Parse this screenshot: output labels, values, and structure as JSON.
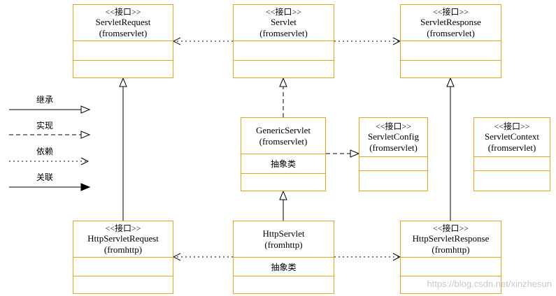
{
  "classes": {
    "servlet_request": {
      "stereotype": "<<接口>>",
      "name": "ServletRequest",
      "package": "(fromservlet)"
    },
    "servlet": {
      "stereotype": "<<接口>>",
      "name": "Servlet",
      "package": "(fromservlet)"
    },
    "servlet_response": {
      "stereotype": "<<接口>>",
      "name": "ServletResponse",
      "package": "(fromservlet)"
    },
    "generic_servlet": {
      "name": "GenericServlet",
      "package": "(fromservlet)",
      "attr": "抽象类"
    },
    "servlet_config": {
      "stereotype": "<<接口>>",
      "name": "ServletConfig",
      "package": "(fromservlet)"
    },
    "servlet_context": {
      "stereotype": "<<接口>>",
      "name": "ServletContext",
      "package": "(fromservlet)"
    },
    "http_servlet_request": {
      "stereotype": "<<接口>>",
      "name": "HttpServletRequest",
      "package": "(fromhttp)"
    },
    "http_servlet": {
      "name": "HttpServlet",
      "package": "(fromhttp)",
      "attr": "抽象类"
    },
    "http_servlet_response": {
      "stereotype": "<<接口>>",
      "name": "HttpServletResponse",
      "package": "(fromhttp)"
    }
  },
  "legend": {
    "inheritance": "继承",
    "realization": "实现",
    "dependency": "依赖",
    "association": "关联"
  },
  "watermark": "https://blog.csdn.net/xinzhesun",
  "colors": {
    "box_border": "#e8a317",
    "line": "#000000",
    "watermark": "#c8c8c8"
  }
}
